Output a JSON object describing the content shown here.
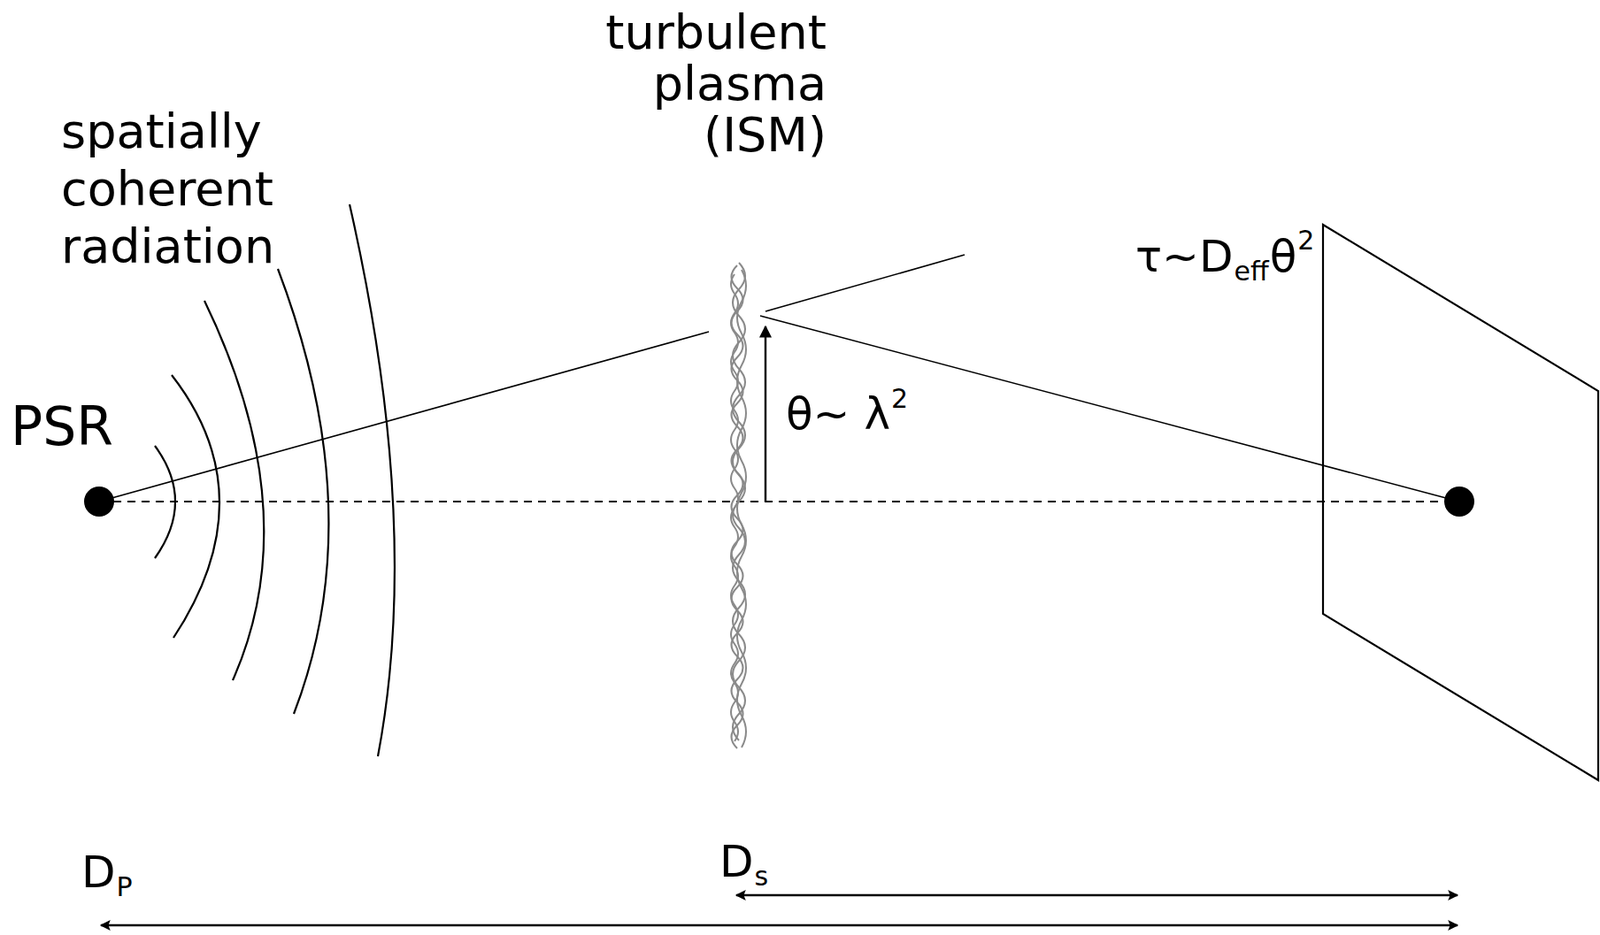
{
  "diagram": {
    "labels": [
      "spatially coherent radiation",
      "turbulent plasma (ISM)",
      "PSR",
      "θ~ λ",
      "2",
      "τ~D",
      "eff",
      "θ",
      "2",
      "D",
      "P",
      "D",
      "s"
    ]
  }
}
